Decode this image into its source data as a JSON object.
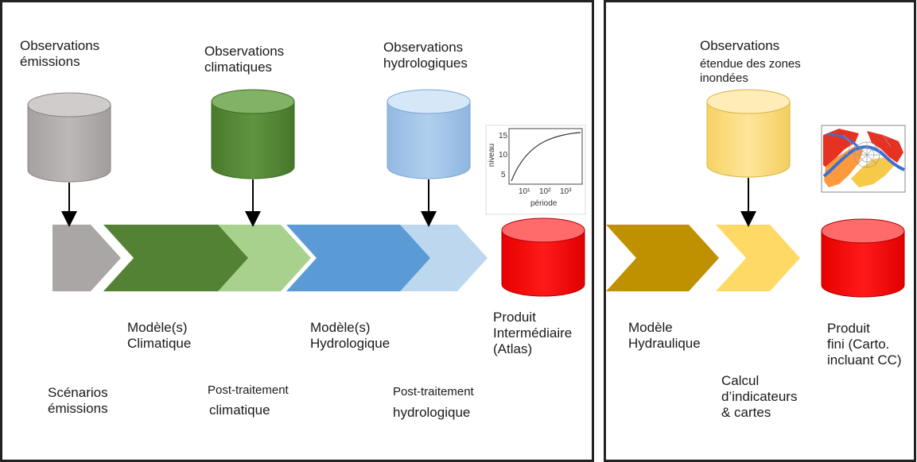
{
  "observations": {
    "emissions": "Observations\némissions",
    "climatiques": "Observations\nclimatiques",
    "hydrologiques": "Observations\nhydrologiques",
    "zones_title": "Observations",
    "zones_sub": "étendue des zones\ninondées"
  },
  "models": {
    "climatique": "Modèle(s)\nClimatique",
    "hydrologique": "Modèle(s)\nHydrologique",
    "hydraulique": "Modèle\nHydraulique"
  },
  "scenarios": "Scénarios\némissions",
  "post_clim_top": "Post-traitement",
  "post_clim_bottom": "climatique",
  "post_hydro_top": "Post-traitement",
  "post_hydro_bottom": "hydrologique",
  "produit_intermediaire": "Produit\nIntermédiaire\n(Atlas)",
  "calcul": "Calcul\nd’indicateurs\n& cartes",
  "produit_fini": "Produit\nfini (Carto.\nincluant CC)",
  "mini_chart": {
    "ylabel": "niveau",
    "xlabel": "période",
    "yticks": [
      "5",
      "10",
      "15"
    ],
    "xticks": [
      "10¹",
      "10²",
      "10³"
    ]
  },
  "colors": {
    "gray": "#aba6a6",
    "dark_green": "#548235",
    "light_green": "#a9d18e",
    "blue": "#5b9bd5",
    "light_blue": "#bdd7ee",
    "red": "#ff0000",
    "gold": "#bf9000",
    "yellow": "#ffd966"
  }
}
